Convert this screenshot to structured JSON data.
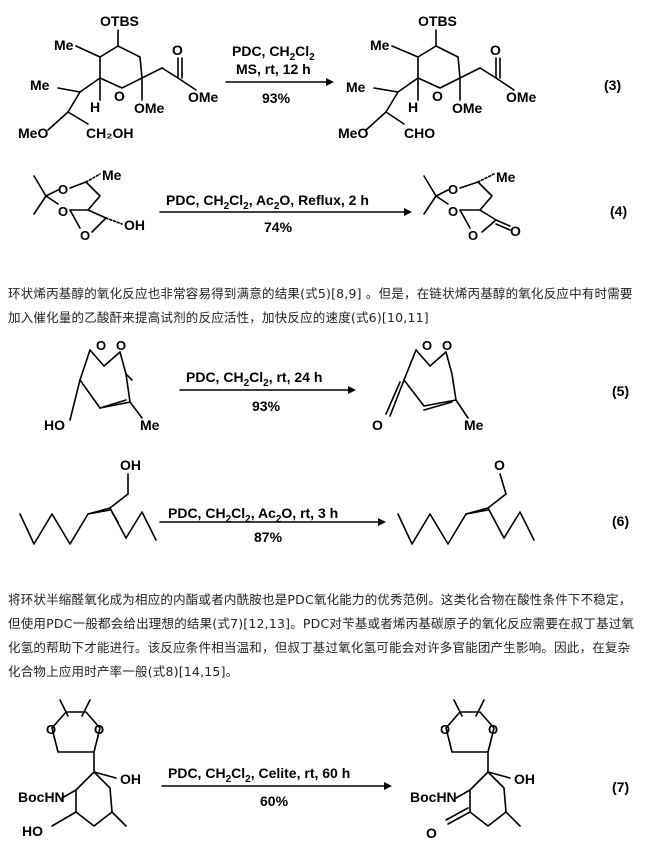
{
  "reactions": [
    {
      "id": "3",
      "number": "(3)",
      "conditions_top": [
        "PDC, CH",
        "2",
        "Cl",
        "2"
      ],
      "conditions_mid": "MS, rt, 12 h",
      "yield": "93%",
      "labels": {
        "otbs": "OTBS",
        "me": "Me",
        "h": "H",
        "o": "O",
        "ome": "OMe",
        "ome_ester": "OMe",
        "meo": "MeO",
        "ch2oh": "CH₂OH",
        "cho": "CHO"
      }
    },
    {
      "id": "4",
      "number": "(4)",
      "conditions_top": [
        "PDC, CH",
        "2",
        "Cl",
        "2",
        ", Ac",
        "2",
        "O, Reflux, 2 h"
      ],
      "yield": "74%",
      "labels": {
        "o": "O",
        "me": "Me",
        "oh": "OH"
      }
    },
    {
      "id": "5",
      "number": "(5)",
      "conditions_top": [
        "PDC, CH",
        "2",
        "Cl",
        "2",
        ", rt, 24 h"
      ],
      "yield": "93%",
      "labels": {
        "o": "O",
        "ho": "HO",
        "me": "Me"
      }
    },
    {
      "id": "6",
      "number": "(6)",
      "conditions_top": [
        "PDC, CH",
        "2",
        "Cl",
        "2",
        ", Ac",
        "2",
        "O, rt, 3 h"
      ],
      "yield": "87%",
      "labels": {
        "oh": "OH",
        "o": "O"
      }
    },
    {
      "id": "7",
      "number": "(7)",
      "conditions_top": [
        "PDC, CH",
        "2",
        "Cl",
        "2",
        ", Celite, rt, 60 h"
      ],
      "yield": "60%",
      "labels": {
        "o": "O",
        "oh": "OH",
        "bochn": "BocHN",
        "ho": "HO"
      }
    }
  ],
  "paragraphs": [
    "环状烯丙基醇的氧化反应也非常容易得到满意的结果(式5)[8,9] 。但是，在链状烯丙基醇的氧化反应中有时需要加入催化量的乙酸酐来提高试剂的反应活性，加快反应的速度(式6)[10,11]",
    "将环状半缩醛氧化成为相应的内酯或者内酰胺也是PDC氧化能力的优秀范例。这类化合物在酸性条件下不稳定，但使用PDC一般都会给出理想的结果(式7)[12,13]。PDC对苄基或者烯丙基碳原子的氧化反应需要在叔丁基过氧化氢的帮助下才能进行。该反应条件相当温和，但叔丁基过氧化氢可能会对许多官能团产生影响。因此，在复杂化合物上应用时产率一般(式8)[14,15]。"
  ]
}
